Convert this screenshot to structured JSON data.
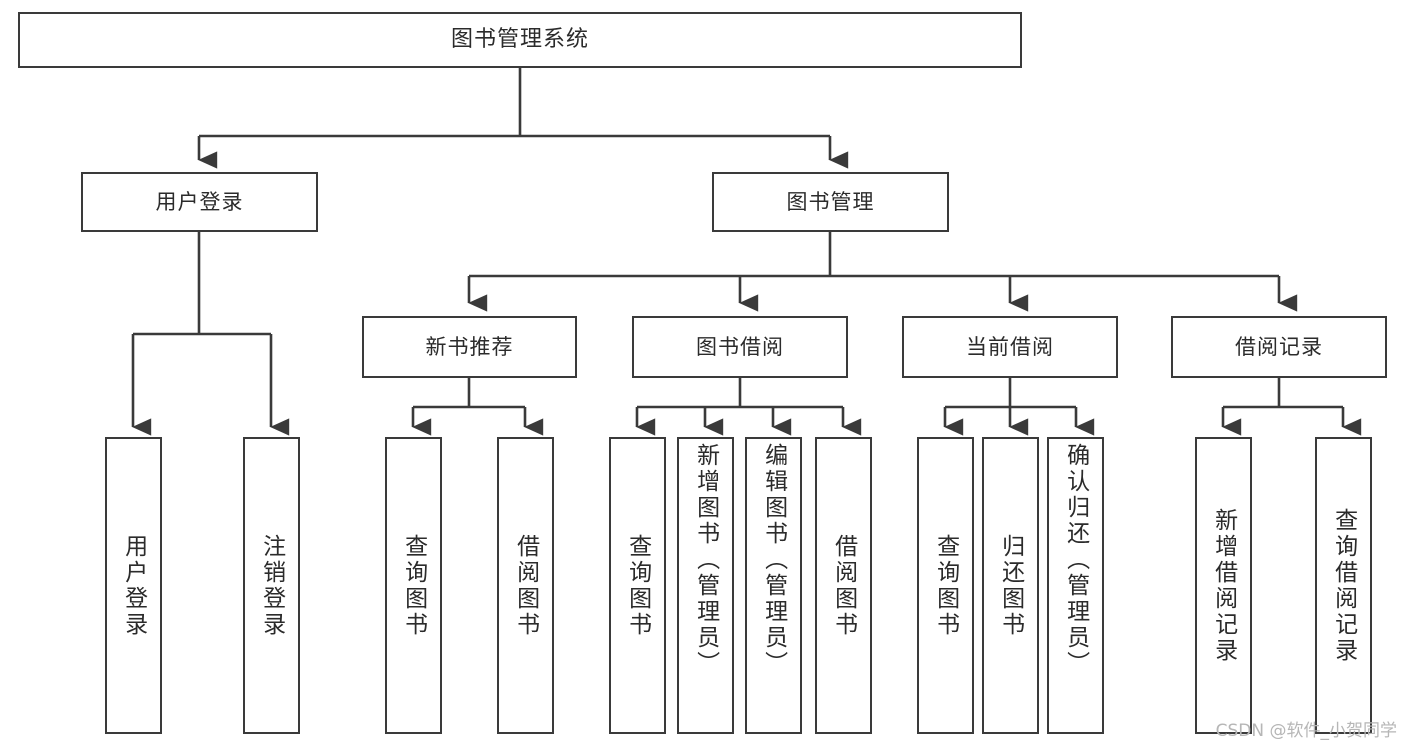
{
  "diagram": {
    "title": "图书管理系统",
    "type": "tree-hierarchy-diagram",
    "watermark": "CSDN @软件_小贺同学",
    "colors": {
      "box_border": "#3a3a3a",
      "box_fill": "#ffffff",
      "edge": "#3a3a3a",
      "text": "#2b2b2b",
      "watermark": "#b6b6b6"
    },
    "nodes": {
      "root": {
        "label": "图书管理系统"
      },
      "level2": [
        {
          "id": "user-login",
          "label": "用户登录"
        },
        {
          "id": "book-management",
          "label": "图书管理"
        }
      ],
      "level3": [
        {
          "id": "new-book-recommend",
          "label": "新书推荐"
        },
        {
          "id": "book-borrow",
          "label": "图书借阅"
        },
        {
          "id": "current-borrow",
          "label": "当前借阅"
        },
        {
          "id": "borrow-record",
          "label": "借阅记录"
        }
      ],
      "leaves": {
        "user_login": [
          {
            "id": "leaf-user-login",
            "label": "用户登录"
          },
          {
            "id": "leaf-logout-login",
            "label": "注销登录"
          }
        ],
        "new_book_recommend": [
          {
            "id": "leaf-query-book-1",
            "label": "查询图书"
          },
          {
            "id": "leaf-borrow-book-1",
            "label": "借阅图书"
          }
        ],
        "book_borrow": [
          {
            "id": "leaf-query-book-2",
            "label": "查询图书"
          },
          {
            "id": "leaf-add-book",
            "label": "新增图书（管理员）"
          },
          {
            "id": "leaf-edit-book",
            "label": "编辑图书（管理员）"
          },
          {
            "id": "leaf-borrow-book-2",
            "label": "借阅图书"
          }
        ],
        "current_borrow": [
          {
            "id": "leaf-query-book-3",
            "label": "查询图书"
          },
          {
            "id": "leaf-return-book",
            "label": "归还图书"
          },
          {
            "id": "leaf-confirm-return",
            "label": "确认归还（管理员）"
          }
        ],
        "borrow_record": [
          {
            "id": "leaf-add-record",
            "label": "新增借阅记录"
          },
          {
            "id": "leaf-query-record",
            "label": "查询借阅记录"
          }
        ]
      }
    }
  }
}
